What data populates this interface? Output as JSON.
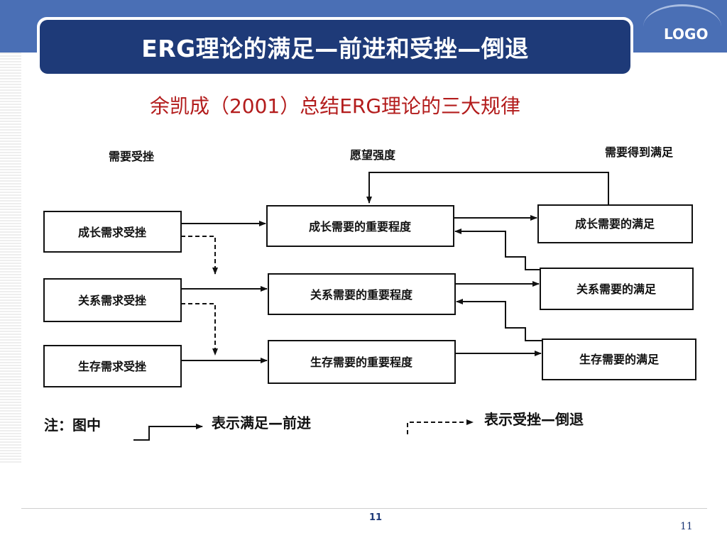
{
  "slide": {
    "title": "ERG理论的满足—前进和受挫—倒退",
    "subtitle": "余凯成（2001）总结ERG理论的三大规律",
    "logo": "LOGO",
    "footer_number": "11",
    "page_number": "11"
  },
  "diagram": {
    "headers": {
      "frustration": "需要受挫",
      "desire": "愿望强度",
      "satisfied": "需要得到满足"
    },
    "frustration_boxes": [
      "成长需求受挫",
      "关系需求受挫",
      "生存需求受挫"
    ],
    "importance_boxes": [
      "成长需要的重要程度",
      "关系需要的重要程度",
      "生存需要的重要程度"
    ],
    "satisfaction_boxes": [
      "成长需要的满足",
      "关系需要的满足",
      "生存需要的满足"
    ],
    "legend": {
      "note": "注：图中",
      "solid_meaning": "表示满足—前进",
      "dashed_meaning": "表示受挫—倒退"
    }
  },
  "colors": {
    "header_band": "#4a6fb5",
    "title_fill": "#1e3a78",
    "subtitle_text": "#b31c1c"
  }
}
